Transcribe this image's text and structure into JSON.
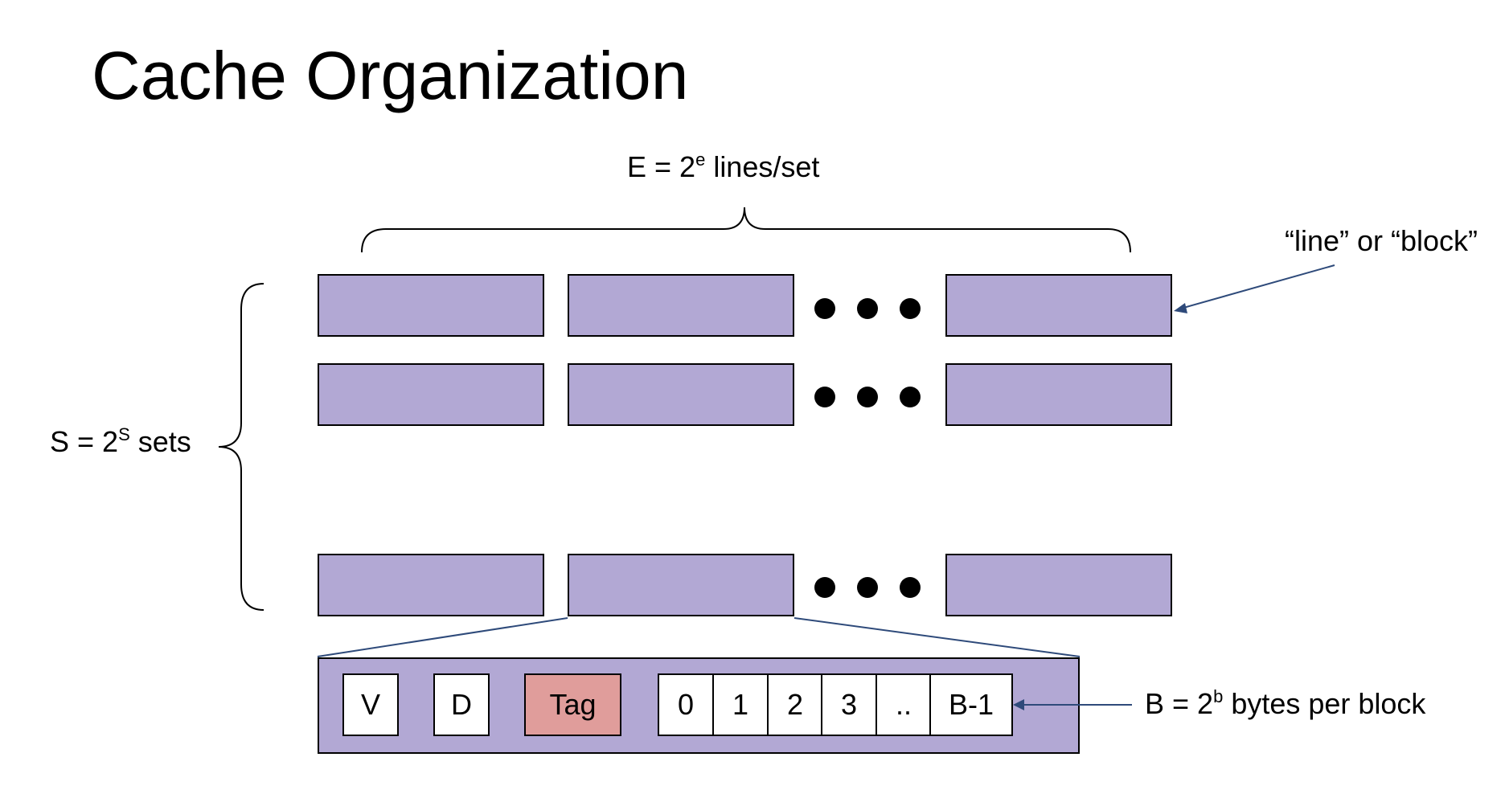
{
  "title": "Cache Organization",
  "labels": {
    "e_main": "E = 2",
    "e_sup": "e",
    "e_rest": " lines/set",
    "s_main": "S = 2",
    "s_sup": "S",
    "s_rest": " sets",
    "line_or_block": "“line” or “block”",
    "b_main": "B = 2",
    "b_sup": "b",
    "b_rest": " bytes per block"
  },
  "line_fields": {
    "valid": "V",
    "dirty": "D",
    "tag": "Tag",
    "bytes": [
      "0",
      "1",
      "2",
      "3",
      "..",
      "B-1"
    ]
  },
  "colors": {
    "block_fill": "#b2a8d4",
    "tag_fill": "#e09d9b",
    "arrow": "#2e4a7a"
  }
}
